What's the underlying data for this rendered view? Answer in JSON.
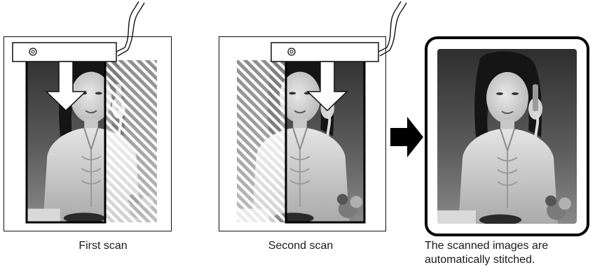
{
  "panels": [
    {
      "caption": "First scan"
    },
    {
      "caption": "Second scan"
    }
  ],
  "result": {
    "caption_line1": "The scanned images are",
    "caption_line2": "automatically stitched."
  },
  "colors": {
    "ink": "#111111",
    "background": "#ffffff"
  }
}
